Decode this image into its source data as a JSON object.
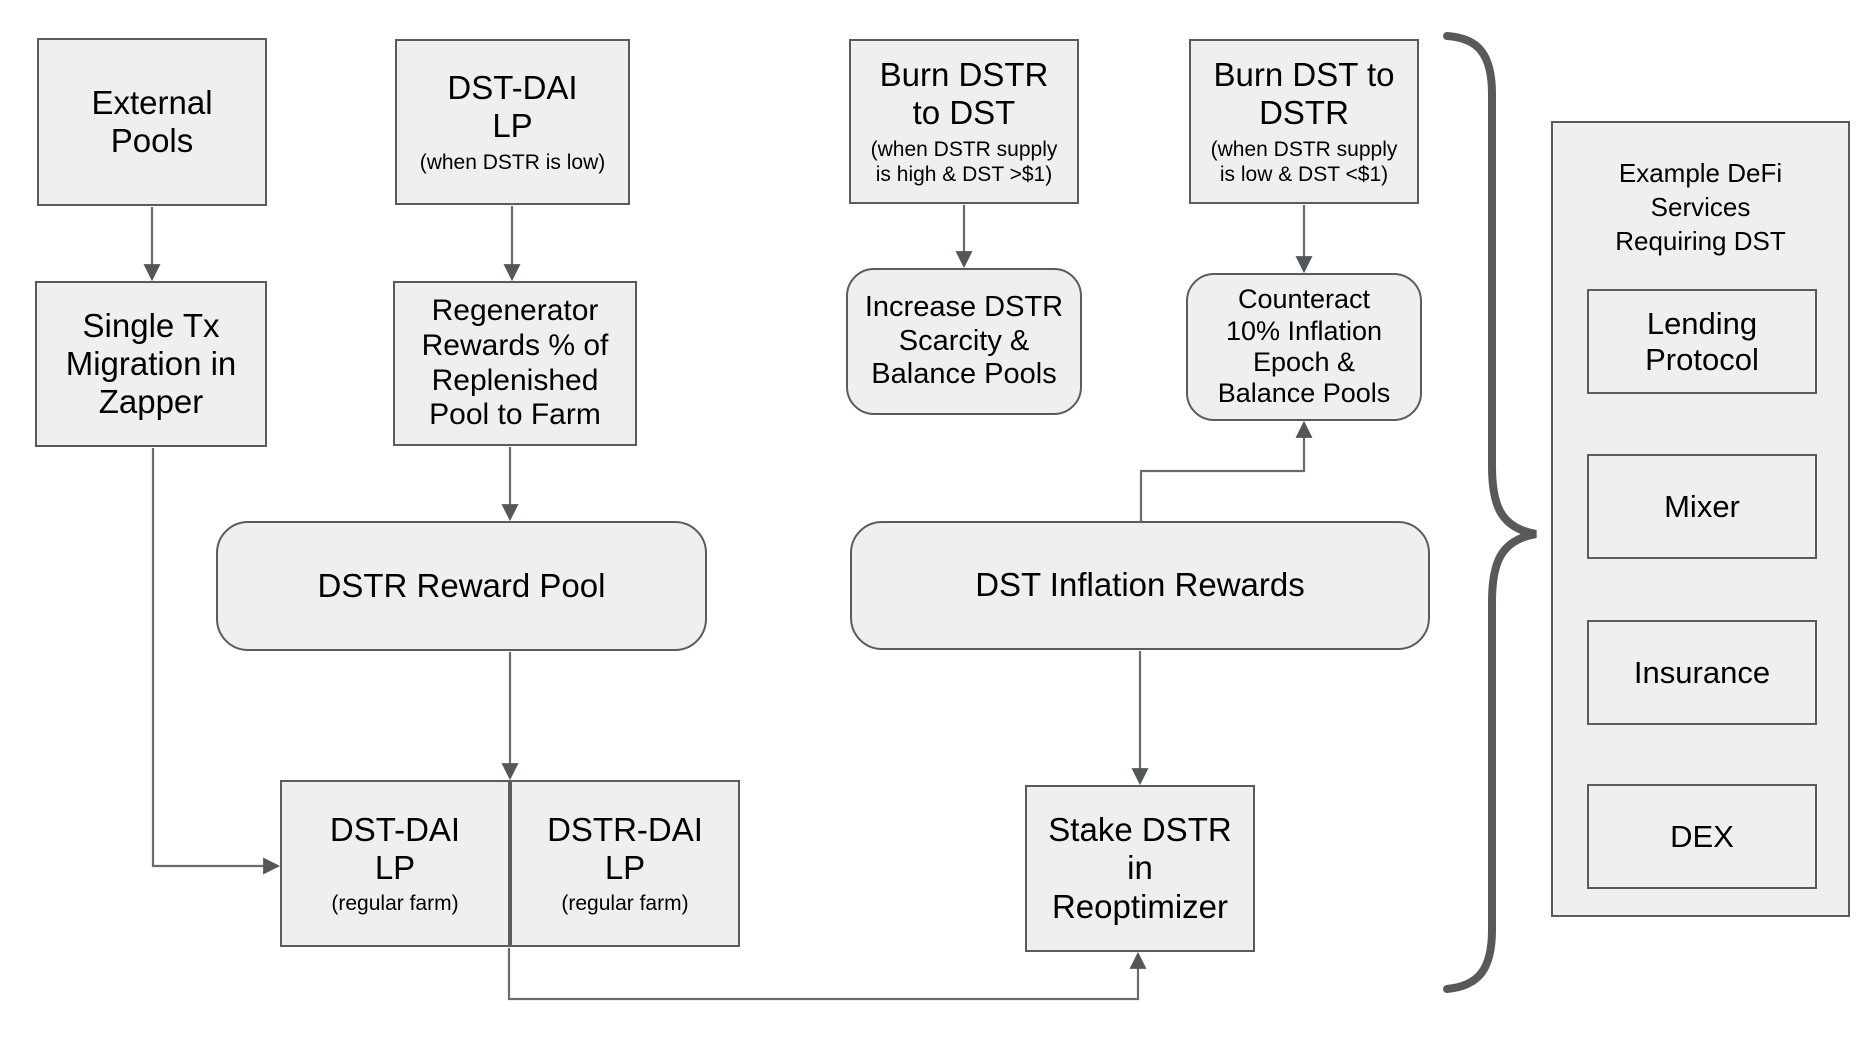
{
  "diagram": {
    "nodes": {
      "external_pools": {
        "label": "External Pools"
      },
      "single_tx": {
        "label": "Single Tx Migration in Zapper"
      },
      "dst_dai_lp_top": {
        "label": "DST-DAI LP",
        "note": "(when DSTR is low)"
      },
      "regenerator": {
        "label": "Regenerator Rewards % of Replenished Pool to Farm"
      },
      "burn_dstr_to_dst": {
        "label": "Burn DSTR to DST",
        "note": "(when DSTR supply is high & DST >$1)"
      },
      "burn_dst_to_dstr": {
        "label": "Burn DST to DSTR",
        "note": "(when DSTR supply is low & DST <$1)"
      },
      "increase_scarcity": {
        "label": "Increase DSTR Scarcity & Balance Pools"
      },
      "counteract_inflation": {
        "label": "Counteract 10% Inflation Epoch & Balance Pools"
      },
      "dstr_reward_pool": {
        "label": "DSTR Reward Pool"
      },
      "dst_inflation_rewards": {
        "label": "DST Inflation Rewards"
      },
      "dst_dai_lp_farm": {
        "label": "DST-DAI LP",
        "note": "(regular farm)"
      },
      "dstr_dai_lp_farm": {
        "label": "DSTR-DAI LP",
        "note": "(regular farm)"
      },
      "stake_dstr": {
        "label": "Stake DSTR in Reoptimizer"
      }
    },
    "services_panel": {
      "title": "Example DeFi Services Requiring DST",
      "items": [
        "Lending Protocol",
        "Mixer",
        "Insurance",
        "DEX"
      ]
    },
    "colors": {
      "node_fill": "#efefef",
      "node_border": "#5b5b5b",
      "connector": "#6b6b6b",
      "arrowhead": "#53575b",
      "text": "#000000",
      "background": "#ffffff"
    }
  }
}
